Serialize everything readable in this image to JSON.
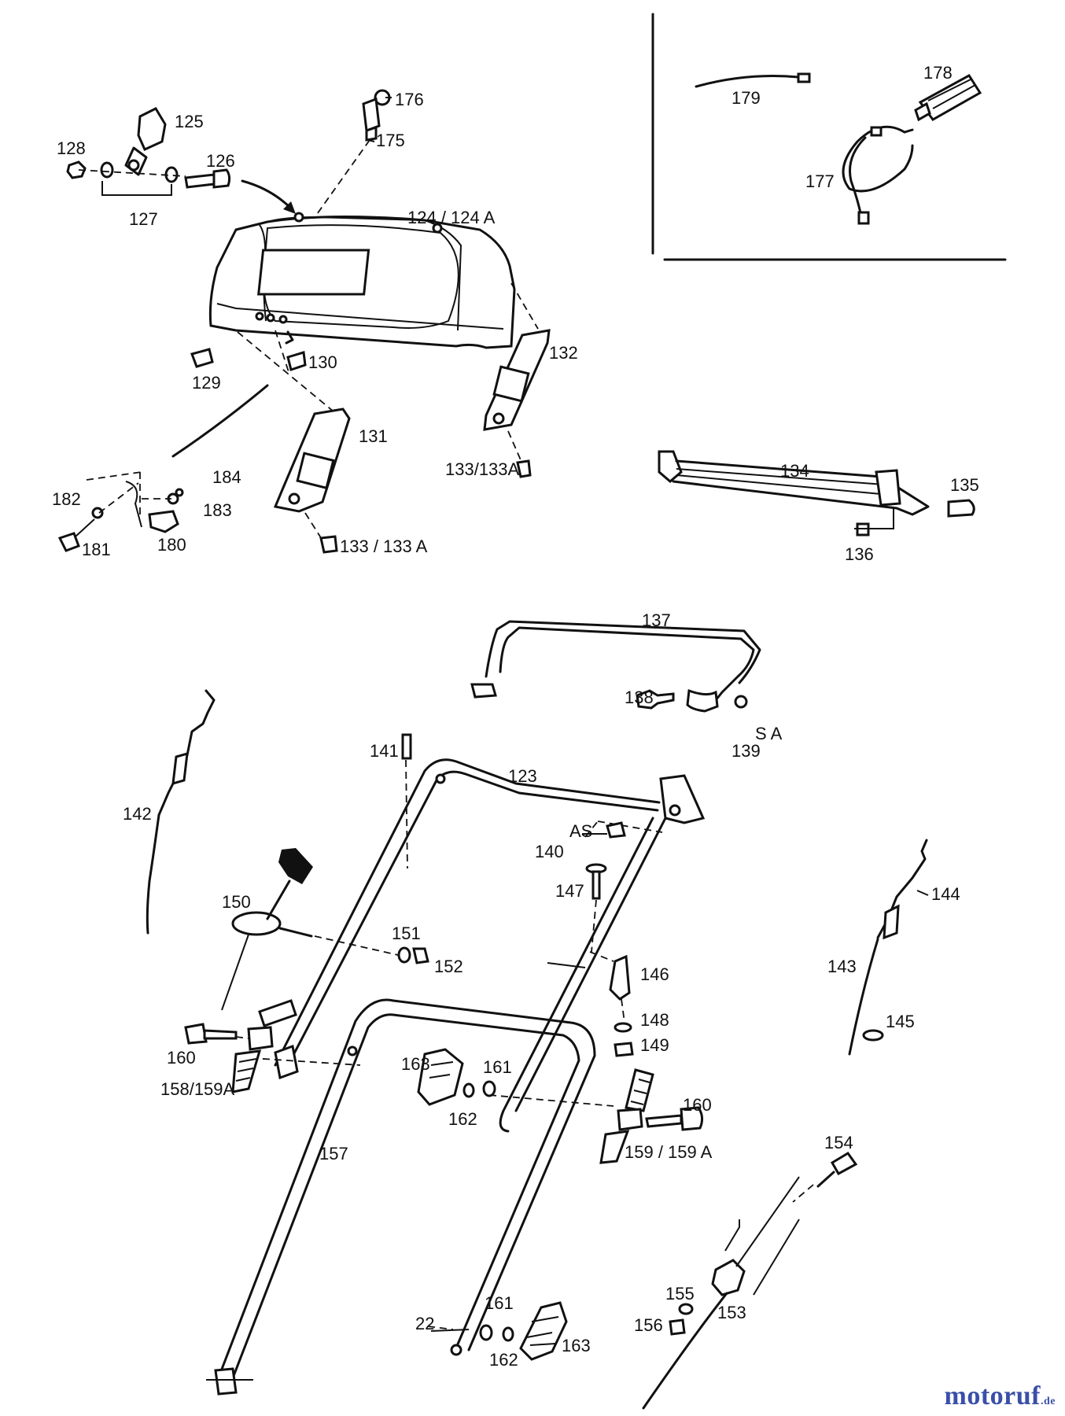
{
  "labels": {
    "l125": "125",
    "l128": "128",
    "l126": "126",
    "l127": "127",
    "l176": "176",
    "l175": "175",
    "l124": "124 / 124 A",
    "l129": "129",
    "l130": "130",
    "l132": "132",
    "l131": "131",
    "l133a": "133/133A",
    "l133b": "133 / 133 A",
    "l182": "182",
    "l184": "184",
    "l183": "183",
    "l181": "181",
    "l180": "180",
    "l179": "179",
    "l178": "178",
    "l177": "177",
    "l134": "134",
    "l135": "135",
    "l136": "136",
    "l137": "137",
    "l138": "138",
    "l139": "139",
    "lSA": "S A",
    "l141": "141",
    "l123": "123",
    "lAS": "AS",
    "l140": "140",
    "l142": "142",
    "l150": "150",
    "l147": "147",
    "l144": "144",
    "l151": "151",
    "l152": "152",
    "l146": "146",
    "l143": "143",
    "l148": "148",
    "l149": "149",
    "l145": "145",
    "l160a": "160",
    "l158": "158/159A",
    "l163a": "163",
    "l161a": "161",
    "l162a": "162",
    "l160b": "160",
    "l159": "159 / 159 A",
    "l157": "157",
    "l154": "154",
    "l155": "155",
    "l153": "153",
    "l156": "156",
    "l22": "22",
    "l161b": "161",
    "l162b": "162",
    "l163b": "163"
  },
  "brand": {
    "main": "motoruf",
    "tld": ".de"
  }
}
